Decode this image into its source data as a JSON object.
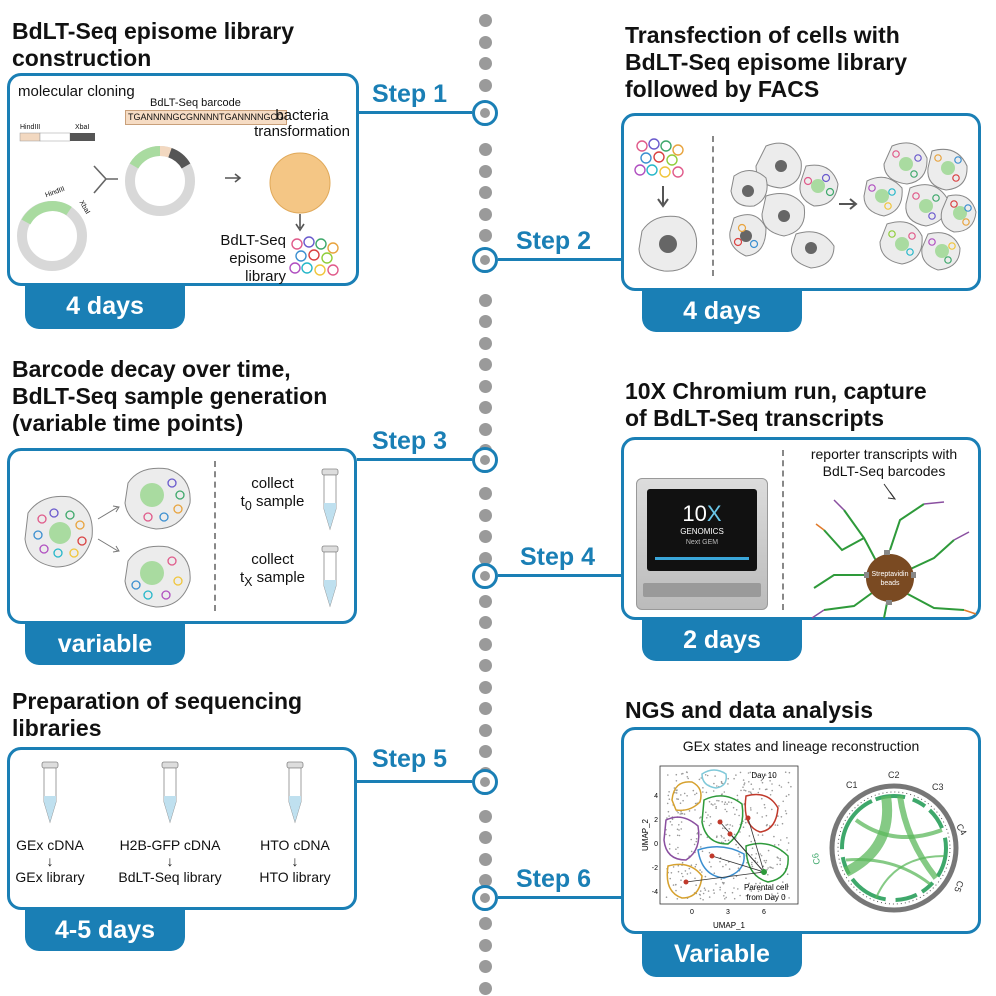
{
  "colors": {
    "accent": "#1a7fb5",
    "dots": "#9a9a9a"
  },
  "steps": [
    {
      "label": "Step 1",
      "title_lines": [
        "BdLT-Seq episome library",
        "construction"
      ],
      "duration": "4 days"
    },
    {
      "label": "Step 2",
      "title_lines": [
        "Transfection of cells with",
        "BdLT-Seq episome library",
        "followed by FACS"
      ],
      "duration": "4 days"
    },
    {
      "label": "Step 3",
      "title_lines": [
        "Barcode decay over time,",
        "BdLT-Seq sample generation",
        "(variable time points)"
      ],
      "duration": "variable"
    },
    {
      "label": "Step 4",
      "title_lines": [
        "10X Chromium run, capture",
        "of BdLT-Seq transcripts"
      ],
      "duration": "2 days"
    },
    {
      "label": "Step 5",
      "title_lines": [
        "Preparation of sequencing",
        "libraries"
      ],
      "duration": "4-5 days"
    },
    {
      "label": "Step 6",
      "title_lines": [
        "NGS and data analysis"
      ],
      "duration": "Variable"
    }
  ],
  "step1": {
    "molecular_cloning": "molecular cloning",
    "barcode_label": "BdLT-Seq barcode",
    "barcode_seq": "TGANNNNGCGNNNNTGANNNNGCG",
    "hindiii": "HindIII",
    "xbai": "XbaI",
    "bacteria_line1": "bacteria",
    "bacteria_line2": "transformation",
    "library_line1": "BdLT-Seq",
    "library_line2": "episome library"
  },
  "step3": {
    "collect": "collect",
    "t0_prefix": "t",
    "t0_sub": "0",
    "tx_prefix": "t",
    "tx_sub": "X",
    "sample": " sample"
  },
  "step4": {
    "device_brand": "10",
    "device_x": "X",
    "device_genomics": "GENOMICS",
    "device_nextgem": "Next GEM",
    "reporter_line1": "reporter transcripts with",
    "reporter_line2": "BdLT-Seq barcodes",
    "bead_line1": "Streptavidin",
    "bead_line2": "beads"
  },
  "step5": {
    "tubes": [
      {
        "cdna": "GEx cDNA",
        "library": "GEx library"
      },
      {
        "cdna": "H2B-GFP cDNA",
        "library": "BdLT-Seq library"
      },
      {
        "cdna": "HTO cDNA",
        "library": "HTO library"
      }
    ]
  },
  "step6": {
    "subtitle": "GEx states and lineage reconstruction",
    "day_label": "Day 10",
    "ylabel": "UMAP_2",
    "xlabel": "UMAP_1",
    "parental_line1": "Parental cell",
    "parental_line2": "from Day 0",
    "yticks": [
      "4",
      "2",
      "0",
      "-2",
      "-4"
    ],
    "xticks": [
      "0",
      "3",
      "6"
    ],
    "clone_labels": [
      "C1",
      "C2",
      "C3",
      "C4",
      "C5",
      "C6"
    ]
  }
}
